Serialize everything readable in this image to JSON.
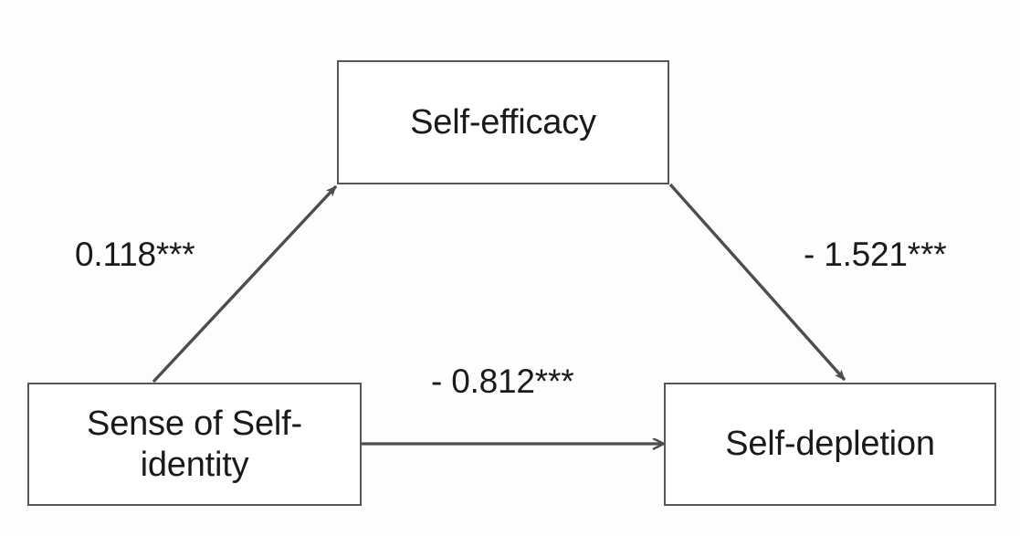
{
  "diagram": {
    "type": "mediation-path-model",
    "background_color": "#fdfdfd",
    "line_color": "#4d4d4d",
    "text_color": "#1a1a1a",
    "border_color": "#565656",
    "nodes": [
      {
        "id": "self-efficacy",
        "label": "Self-efficacy",
        "role": "mediator"
      },
      {
        "id": "sense-of-self-identity",
        "label": "Sense of Self-\nidentity",
        "role": "predictor"
      },
      {
        "id": "self-depletion",
        "label": "Self-depletion",
        "role": "outcome"
      }
    ],
    "edges": [
      {
        "id": "a-path",
        "from": "sense-of-self-identity",
        "to": "self-efficacy",
        "coefficient": "0.118***",
        "direction": "diagonal-up-right"
      },
      {
        "id": "b-path",
        "from": "self-efficacy",
        "to": "self-depletion",
        "coefficient": "- 1.521***",
        "direction": "diagonal-down-right"
      },
      {
        "id": "c-path",
        "from": "sense-of-self-identity",
        "to": "self-depletion",
        "coefficient": "- 0.812***",
        "direction": "horizontal-right"
      }
    ]
  }
}
